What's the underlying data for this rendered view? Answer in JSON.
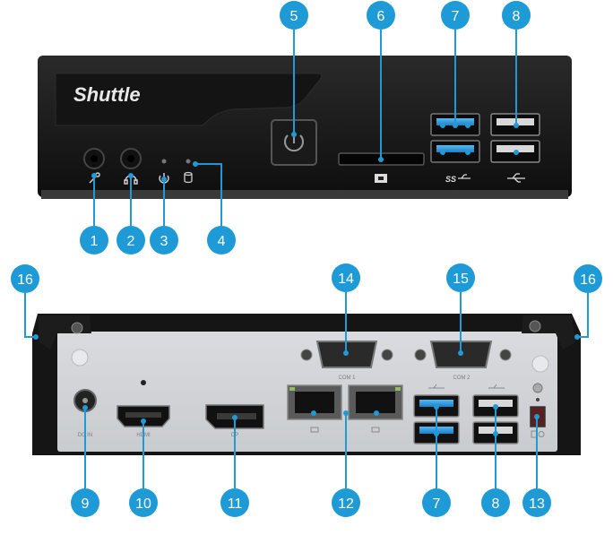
{
  "brand": {
    "logo_text": "Shuttle"
  },
  "accent_color": "#1e9ad6",
  "front_panel": {
    "callouts": [
      {
        "id": "mic",
        "number": "1"
      },
      {
        "id": "headphone",
        "number": "2"
      },
      {
        "id": "power-led",
        "number": "3"
      },
      {
        "id": "hdd-led",
        "number": "4"
      },
      {
        "id": "power-button",
        "number": "5"
      },
      {
        "id": "card-reader",
        "number": "6"
      },
      {
        "id": "usb3-front",
        "number": "7"
      },
      {
        "id": "usb2-front",
        "number": "8"
      }
    ],
    "icons": [
      "microphone-icon",
      "headphone-icon",
      "power-icon",
      "hdd-icon",
      "card-icon",
      "usb-ss-icon",
      "usb-icon"
    ],
    "usb_ss_label": "SS"
  },
  "rear_panel": {
    "callouts": [
      {
        "id": "dc-in",
        "number": "9"
      },
      {
        "id": "hdmi",
        "number": "10"
      },
      {
        "id": "displayport",
        "number": "11"
      },
      {
        "id": "lan",
        "number": "12"
      },
      {
        "id": "power-jack",
        "number": "13"
      },
      {
        "id": "com1",
        "number": "14"
      },
      {
        "id": "com2",
        "number": "15"
      },
      {
        "id": "lock-left",
        "number": "16"
      },
      {
        "id": "lock-right",
        "number": "16"
      },
      {
        "id": "usb3-rear",
        "number": "7"
      },
      {
        "id": "usb2-rear",
        "number": "8"
      }
    ],
    "port_labels": {
      "dc_in": "DC IN",
      "hdmi": "HDMI",
      "dp": "DP",
      "com1": "COM 1",
      "com2": "COM 2"
    }
  }
}
